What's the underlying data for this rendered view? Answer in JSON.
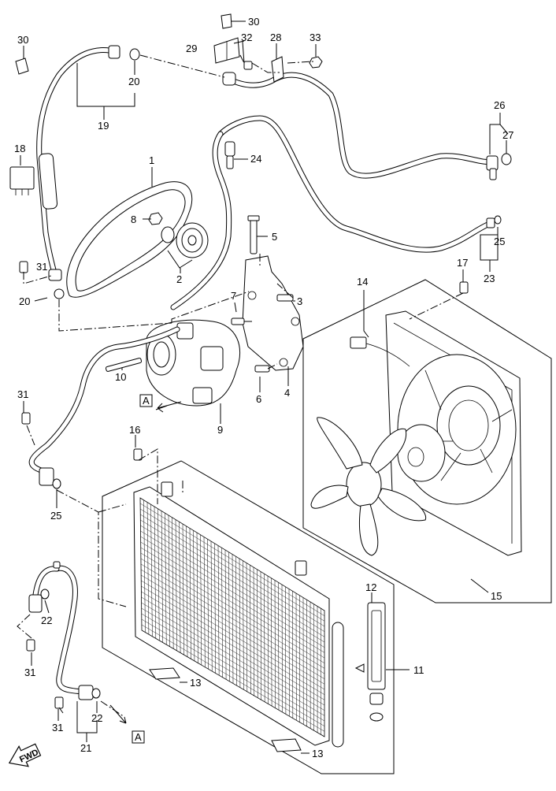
{
  "callouts": [
    {
      "id": "c30a",
      "text": "30"
    },
    {
      "id": "c32",
      "text": "32"
    },
    {
      "id": "c28",
      "text": "28"
    },
    {
      "id": "c33",
      "text": "33"
    },
    {
      "id": "c29",
      "text": "29"
    },
    {
      "id": "c30b",
      "text": "30"
    },
    {
      "id": "c20a",
      "text": "20"
    },
    {
      "id": "c19",
      "text": "19"
    },
    {
      "id": "c18",
      "text": "18"
    },
    {
      "id": "c24",
      "text": "24"
    },
    {
      "id": "c1",
      "text": "1"
    },
    {
      "id": "c8",
      "text": "8"
    },
    {
      "id": "c2",
      "text": "2"
    },
    {
      "id": "c5",
      "text": "5"
    },
    {
      "id": "c26",
      "text": "26"
    },
    {
      "id": "c27",
      "text": "27"
    },
    {
      "id": "c25a",
      "text": "25"
    },
    {
      "id": "c23",
      "text": "23"
    },
    {
      "id": "c17",
      "text": "17"
    },
    {
      "id": "c14",
      "text": "14"
    },
    {
      "id": "c31a",
      "text": "31"
    },
    {
      "id": "c20b",
      "text": "20"
    },
    {
      "id": "c3",
      "text": "3"
    },
    {
      "id": "c7",
      "text": "7"
    },
    {
      "id": "c10",
      "text": "10"
    },
    {
      "id": "c4",
      "text": "4"
    },
    {
      "id": "c6",
      "text": "6"
    },
    {
      "id": "c9",
      "text": "9"
    },
    {
      "id": "c31b",
      "text": "31"
    },
    {
      "id": "c16",
      "text": "16"
    },
    {
      "id": "c25b",
      "text": "25"
    },
    {
      "id": "c15",
      "text": "15"
    },
    {
      "id": "c22a",
      "text": "22"
    },
    {
      "id": "c31c",
      "text": "31"
    },
    {
      "id": "c12",
      "text": "12"
    },
    {
      "id": "c11",
      "text": "11"
    },
    {
      "id": "c13a",
      "text": "13"
    },
    {
      "id": "c31d",
      "text": "31"
    },
    {
      "id": "c22b",
      "text": "22"
    },
    {
      "id": "c21",
      "text": "21"
    },
    {
      "id": "c13b",
      "text": "13"
    }
  ],
  "view_labels": {
    "a1": "A",
    "a2": "A"
  },
  "fwd_label": "FWD"
}
